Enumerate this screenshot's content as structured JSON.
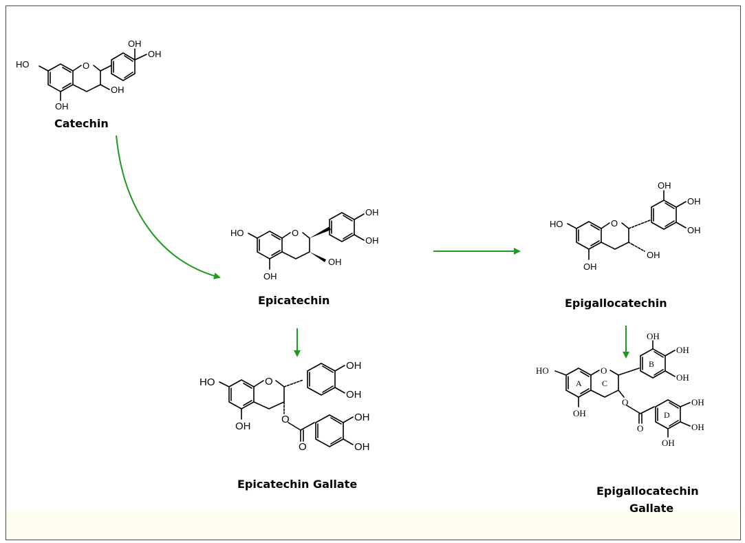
{
  "compounds": {
    "catechin": {
      "name": "Catechin"
    },
    "epicatechin": {
      "name": "Epicatechin"
    },
    "epigallocatechin": {
      "name": "Epigallocatechin"
    },
    "ecg": {
      "name": "Epicatechin Gallate"
    },
    "egcg": {
      "name_line1": "Epigallocatechin",
      "name_line2": "Gallate"
    }
  },
  "labels": {
    "oh": "OH",
    "ho": "HO",
    "o": "O"
  },
  "egcg_rings": {
    "a": "A",
    "b": "B",
    "c": "C",
    "d": "D"
  },
  "colors": {
    "arrow": "#1e9a1e",
    "frame": "#4a4a4a",
    "bottom_strip": "#fffdf0"
  }
}
